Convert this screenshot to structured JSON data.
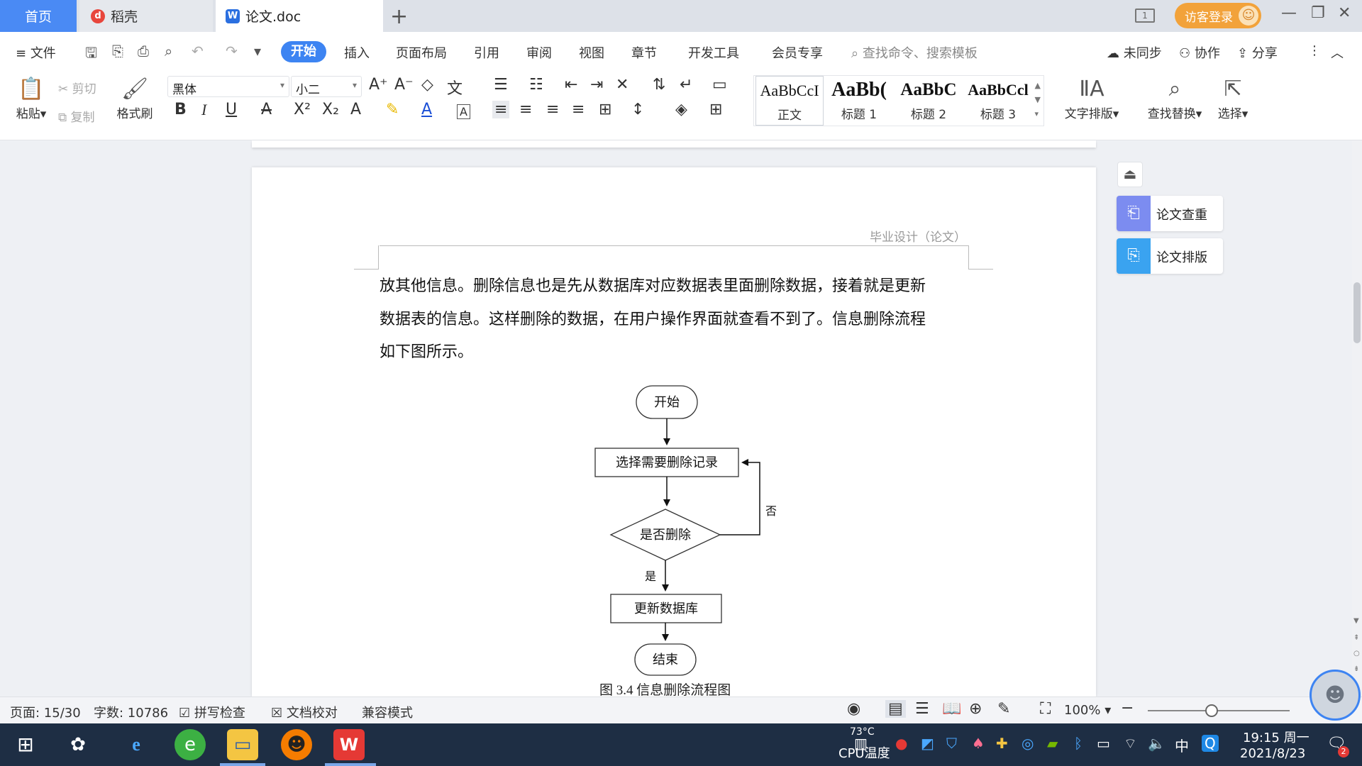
{
  "tabs": [
    {
      "label": "首页"
    },
    {
      "label": "稻壳"
    },
    {
      "label": "论文.doc"
    }
  ],
  "login_label": "访客登录",
  "menu": {
    "file": "文件",
    "items": [
      "开始",
      "插入",
      "页面布局",
      "引用",
      "审阅",
      "视图",
      "章节",
      "开发工具",
      "会员专享"
    ],
    "search_placeholder": "查找命令、搜索模板",
    "sync": "未同步",
    "collab": "协作",
    "share": "分享"
  },
  "ribbon": {
    "paste": "粘贴",
    "cut": "剪切",
    "copy": "复制",
    "format_painter": "格式刷",
    "font_name": "黑体",
    "font_size": "小二",
    "styles": [
      {
        "sample": "AaBbCcI",
        "name": "正文"
      },
      {
        "sample": "AaBb(",
        "name": "标题 1"
      },
      {
        "sample": "AaBbC",
        "name": "标题 2"
      },
      {
        "sample": "AaBbCcl",
        "name": "标题 3"
      }
    ],
    "text_layout": "文字排版",
    "find_replace": "查找替换",
    "select": "选择"
  },
  "document": {
    "header": "毕业设计（论文）",
    "paragraph_lines": [
      "放其他信息。删除信息也是先从数据库对应数据表里面删除数据，接着就是更新",
      "数据表的信息。这样删除的数据，在用户操作界面就查看不到了。信息删除流程",
      "如下图所示。"
    ],
    "flowchart": {
      "start": "开始",
      "select": "选择需要删除记录",
      "decision": "是否删除",
      "no": "否",
      "yes": "是",
      "update": "更新数据库",
      "end": "结束"
    },
    "caption": "图 3.4  信息删除流程图"
  },
  "side_panel": {
    "check": "论文查重",
    "layout": "论文排版"
  },
  "status": {
    "page": "页面: 15/30",
    "words": "字数: 10786",
    "spell": "拼写检查",
    "proof": "文档校对",
    "compat": "兼容模式",
    "zoom": "100%",
    "zoom_level": 0.45
  },
  "taskbar": {
    "cpu_temp": "73°C",
    "cpu_label": "CPU温度",
    "ime": "中",
    "time": "19:15 周一",
    "date": "2021/8/23",
    "notification_count": "2"
  },
  "colors": {
    "accent": "#3d84f2",
    "login": "#f2a23a",
    "taskbar": "#1e2e44"
  }
}
